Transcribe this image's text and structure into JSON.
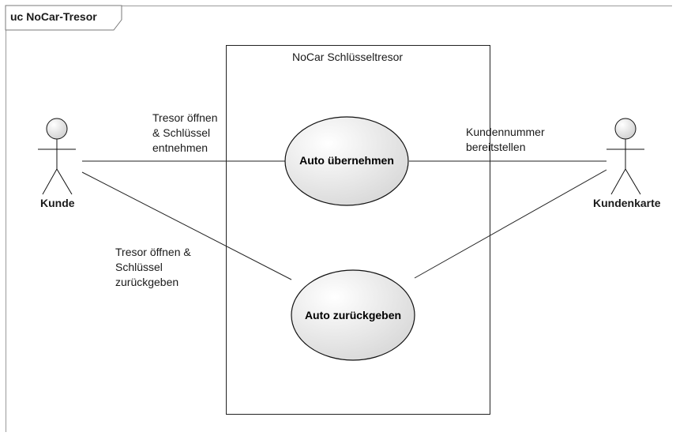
{
  "diagram": {
    "frame_title": "uc NoCar-Tresor",
    "system_boundary": {
      "label": "NoCar Schlüsseltresor"
    },
    "actors": [
      {
        "id": "kunde",
        "label": "Kunde"
      },
      {
        "id": "kundenkarte",
        "label": "Kundenkarte"
      }
    ],
    "use_cases": [
      {
        "id": "auto-uebernehmen",
        "label": "Auto übernehmen"
      },
      {
        "id": "auto-zurueckgeben",
        "label": "Auto zurückgeben"
      }
    ],
    "associations": [
      {
        "from": "kunde",
        "to": "auto-uebernehmen",
        "label_lines": [
          "Tresor öffnen",
          "& Schlüssel",
          "entnehmen"
        ]
      },
      {
        "from": "kundenkarte",
        "to": "auto-uebernehmen",
        "label_lines": [
          "Kundennummer",
          "bereitstellen"
        ]
      },
      {
        "from": "kunde",
        "to": "auto-zurueckgeben",
        "label_lines": [
          "Tresor öffnen &",
          "Schlüssel",
          "zurückgeben"
        ]
      },
      {
        "from": "kundenkarte",
        "to": "auto-zurueckgeben",
        "label_lines": []
      }
    ]
  }
}
